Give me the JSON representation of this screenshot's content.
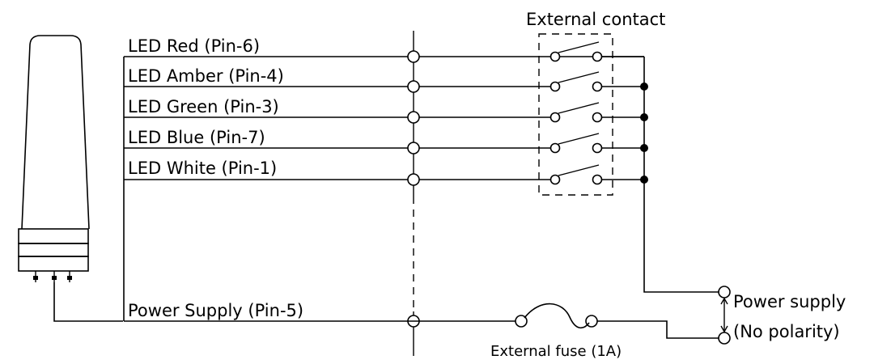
{
  "labels": {
    "external_contact": "External contact",
    "led_red": "LED Red (Pin-6)",
    "led_amber": "LED Amber (Pin-4)",
    "led_green": "LED Green (Pin-3)",
    "led_blue": "LED Blue (Pin-7)",
    "led_white": "LED White (Pin-1)",
    "power_supply_pin": "Power Supply (Pin-5)",
    "external_fuse": "External fuse (1A)",
    "power_supply": "Power supply",
    "no_polarity": "(No polarity)"
  }
}
